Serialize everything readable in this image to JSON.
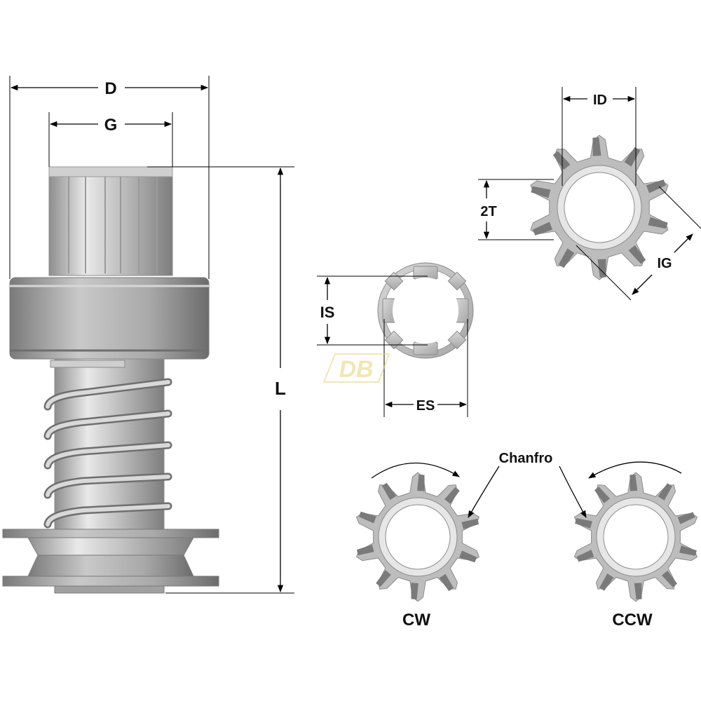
{
  "labels": {
    "D": "D",
    "G": "G",
    "L": "L",
    "ID": "ID",
    "T2": "2T",
    "IG": "IG",
    "IS": "IS",
    "ES": "ES",
    "chanfro": "Chanfro",
    "cw": "CW",
    "ccw": "CCW"
  },
  "watermark": {
    "text": "DB"
  },
  "gear": {
    "teeth": 10
  },
  "colors": {
    "metal_light": "#e6e6e6",
    "metal_mid": "#bdbdbd",
    "metal_dark": "#8c8c8c",
    "chamfer": "#7a7a7a",
    "watermark": "#f3e6a0"
  }
}
